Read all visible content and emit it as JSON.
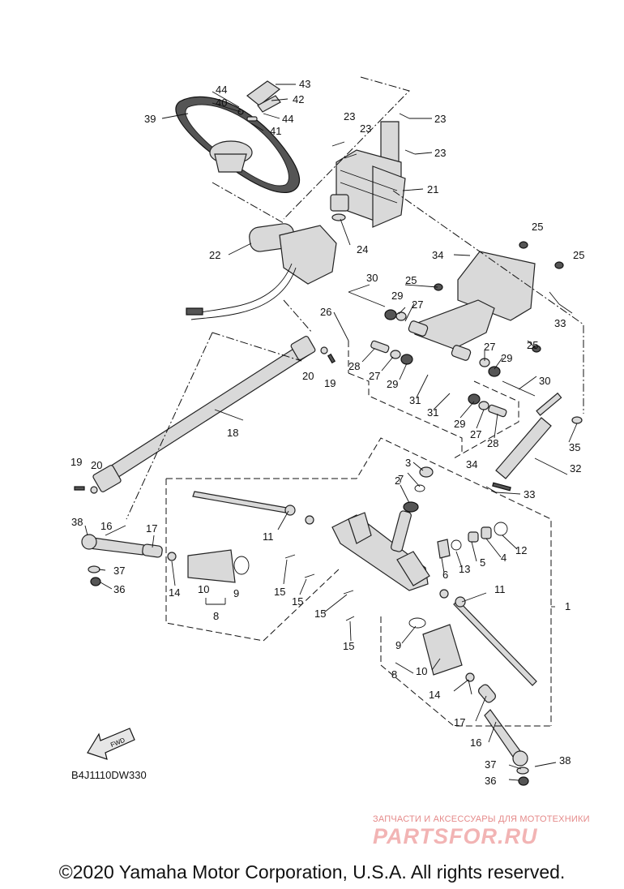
{
  "diagram": {
    "callouts": {
      "p1": "1",
      "p2": "2",
      "p3": "3",
      "p4": "4",
      "p5": "5",
      "p6": "6",
      "p7": "7",
      "p8a": "8",
      "p8b": "8",
      "p9a": "9",
      "p9b": "9",
      "p10a": "10",
      "p10b": "10",
      "p11a": "11",
      "p11b": "11",
      "p12": "12",
      "p13": "13",
      "p14a": "14",
      "p14b": "14",
      "p15a": "15",
      "p15b": "15",
      "p15c": "15",
      "p15d": "15",
      "p16a": "16",
      "p16b": "16",
      "p17a": "17",
      "p17b": "17",
      "p18": "18",
      "p19a": "19",
      "p19b": "19",
      "p20a": "20",
      "p20b": "20",
      "p21": "21",
      "p22": "22",
      "p23a": "23",
      "p23b": "23",
      "p23c": "23",
      "p23d": "23",
      "p24": "24",
      "p25a": "25",
      "p25b": "25",
      "p25c": "25",
      "p25d": "25",
      "p26": "26",
      "p27a": "27",
      "p27b": "27",
      "p27c": "27",
      "p27d": "27",
      "p28a": "28",
      "p28b": "28",
      "p29a": "29",
      "p29b": "29",
      "p29c": "29",
      "p29d": "29",
      "p30a": "30",
      "p30b": "30",
      "p31a": "31",
      "p31b": "31",
      "p32": "32",
      "p33a": "33",
      "p33b": "33",
      "p34a": "34",
      "p34b": "34",
      "p35": "35",
      "p36a": "36",
      "p36b": "36",
      "p37a": "37",
      "p37b": "37",
      "p38a": "38",
      "p38b": "38",
      "p39": "39",
      "p40": "40",
      "p41": "41",
      "p42": "42",
      "p43": "43",
      "p44a": "44",
      "p44b": "44"
    },
    "fwd_label": "FWD",
    "drawing_code": "B4J1110DW330"
  },
  "watermark": {
    "line1": "ЗАПЧАСТИ И АКСЕССУАРЫ ДЛЯ МОТОТЕХНИКИ",
    "brand": "PARTSFOR.RU"
  },
  "footer": {
    "copyright": "©2020 Yamaha Motor Corporation, U.S.A. All rights reserved."
  },
  "colors": {
    "ink": "#111111",
    "watermark": "#e58a8a"
  }
}
